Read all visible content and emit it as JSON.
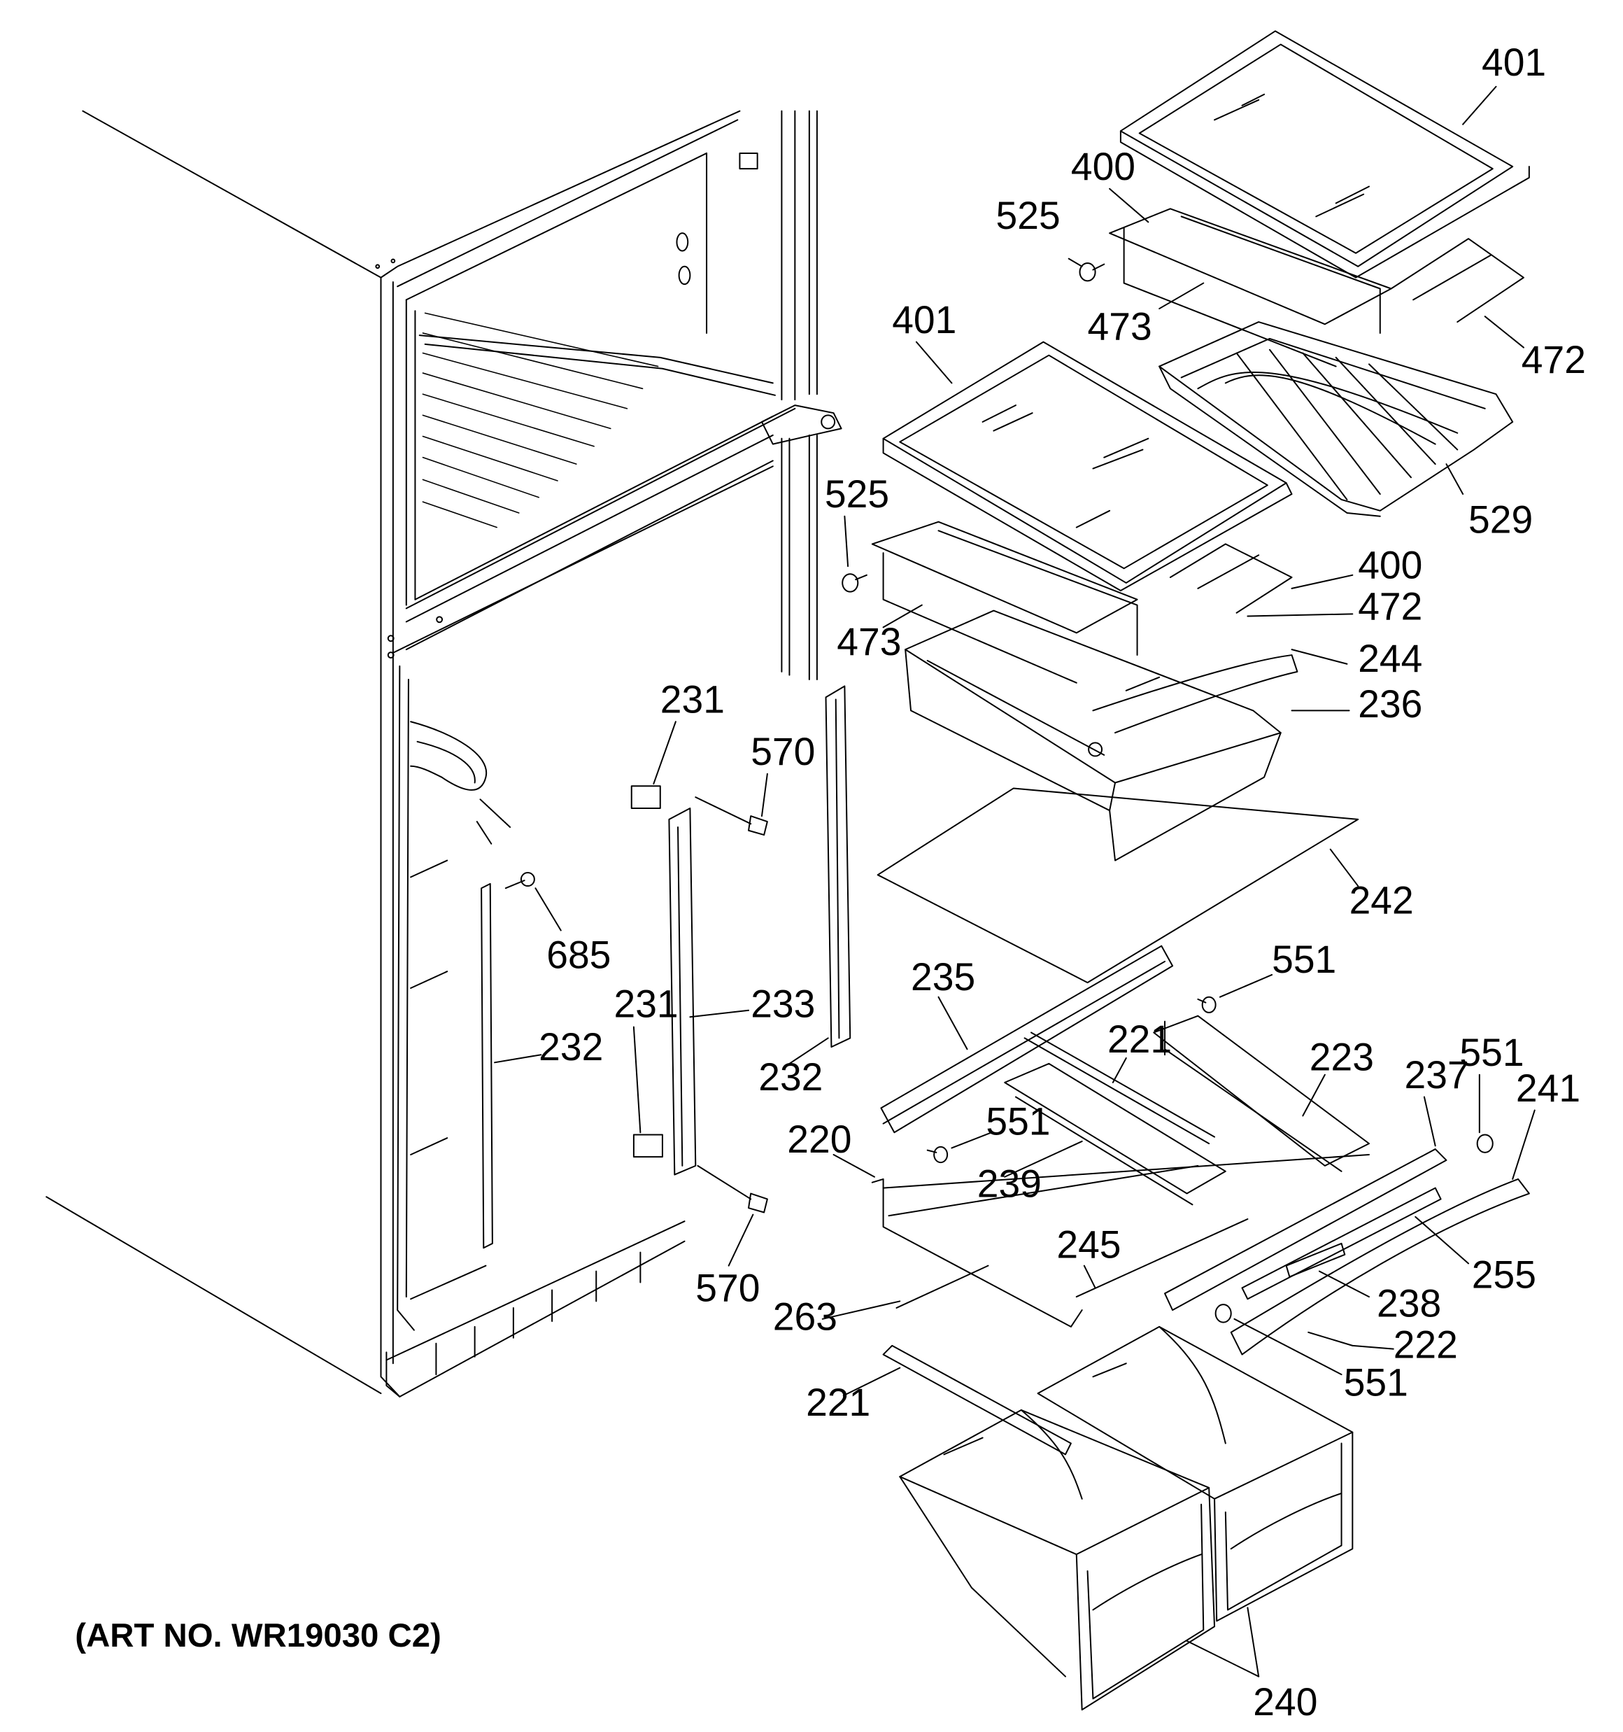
{
  "caption": "(ART NO. WR19030 C2)",
  "callouts": [
    {
      "id": "c401a",
      "text": "401"
    },
    {
      "id": "c400a",
      "text": "400"
    },
    {
      "id": "c525a",
      "text": "525"
    },
    {
      "id": "c473a",
      "text": "473"
    },
    {
      "id": "c472a",
      "text": "472"
    },
    {
      "id": "c529",
      "text": "529"
    },
    {
      "id": "c401b",
      "text": "401"
    },
    {
      "id": "c525b",
      "text": "525"
    },
    {
      "id": "c400b",
      "text": "400"
    },
    {
      "id": "c472b",
      "text": "472"
    },
    {
      "id": "c473b",
      "text": "473"
    },
    {
      "id": "c244",
      "text": "244"
    },
    {
      "id": "c236",
      "text": "236"
    },
    {
      "id": "c242",
      "text": "242"
    },
    {
      "id": "c231a",
      "text": "231"
    },
    {
      "id": "c570a",
      "text": "570"
    },
    {
      "id": "c685",
      "text": "685"
    },
    {
      "id": "c231b",
      "text": "231"
    },
    {
      "id": "c233",
      "text": "233"
    },
    {
      "id": "c232a",
      "text": "232"
    },
    {
      "id": "c232b",
      "text": "232"
    },
    {
      "id": "c570b",
      "text": "570"
    },
    {
      "id": "c235",
      "text": "235"
    },
    {
      "id": "c551a",
      "text": "551"
    },
    {
      "id": "c221a",
      "text": "221"
    },
    {
      "id": "c223",
      "text": "223"
    },
    {
      "id": "c237",
      "text": "237"
    },
    {
      "id": "c551b",
      "text": "551"
    },
    {
      "id": "c241",
      "text": "241"
    },
    {
      "id": "c551c",
      "text": "551"
    },
    {
      "id": "c220",
      "text": "220"
    },
    {
      "id": "c239",
      "text": "239"
    },
    {
      "id": "c245",
      "text": "245"
    },
    {
      "id": "c255",
      "text": "255"
    },
    {
      "id": "c238",
      "text": "238"
    },
    {
      "id": "c263",
      "text": "263"
    },
    {
      "id": "c222",
      "text": "222"
    },
    {
      "id": "c551d",
      "text": "551"
    },
    {
      "id": "c221b",
      "text": "221"
    },
    {
      "id": "c240",
      "text": "240"
    }
  ]
}
